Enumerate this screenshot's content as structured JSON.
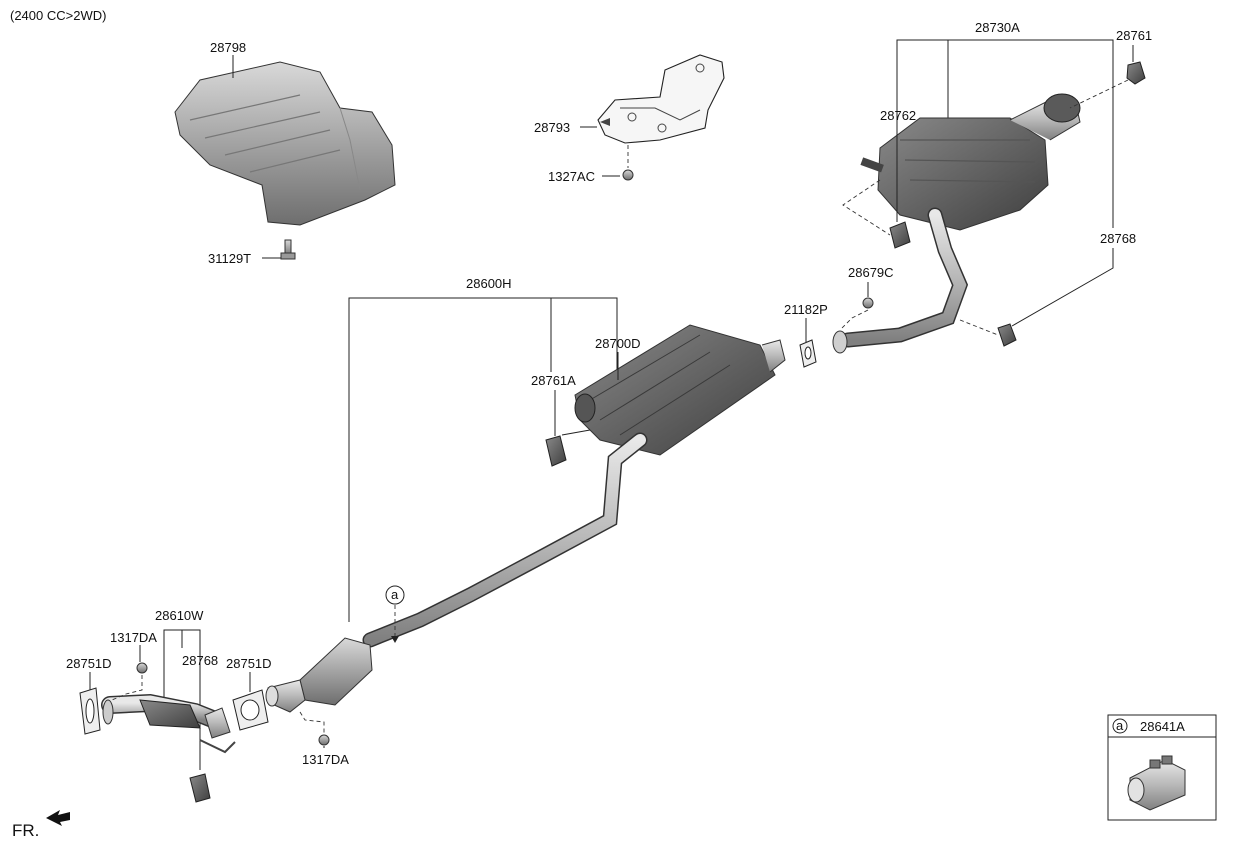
{
  "header": {
    "engine_note": "(2400 CC>2WD)"
  },
  "labels": {
    "p28798": "28798",
    "p31129T": "31129T",
    "p28793": "28793",
    "p1327AC": "1327AC",
    "p28730A": "28730A",
    "p28761": "28761",
    "p28762": "28762",
    "p28768_rear": "28768",
    "p28679C": "28679C",
    "p21182P": "21182P",
    "p28600H": "28600H",
    "p28700D": "28700D",
    "p28761A": "28761A",
    "p28610W": "28610W",
    "p1317DA_top": "1317DA",
    "p28751D_left": "28751D",
    "p28768_front": "28768",
    "p28751D_right": "28751D",
    "p1317DA_bottom": "1317DA",
    "callout_a": "a"
  },
  "inset": {
    "marker": "a",
    "part_number": "28641A"
  },
  "front_indicator": {
    "text": "FR.",
    "icon": "arrow-icon"
  }
}
